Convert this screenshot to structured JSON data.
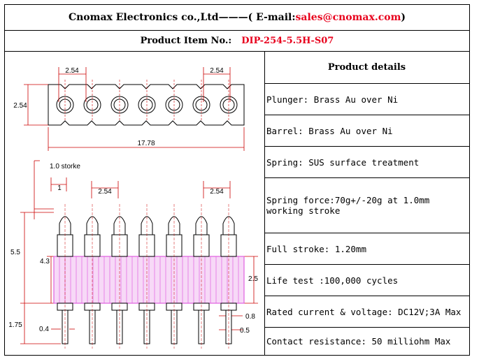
{
  "header": {
    "company": "Cnomax Electronics co.,Ltd",
    "dash": "———( E-mail: ",
    "email": "sales@cnomax.com",
    "close": ")"
  },
  "item": {
    "label": "Product Item No.:",
    "code": "DIP-254-5.5H-S07"
  },
  "details": {
    "title": "Product details",
    "rows": [
      "Plunger: Brass Au over Ni",
      "Barrel: Brass Au over Ni",
      "Spring: SUS surface treatment",
      "Spring force:70g+/-20g at 1.0mm",
      "working stroke",
      "Full stroke: 1.20mm",
      "Life test :100,000 cycles",
      "Rated current & voltage: DC12V;3A Max",
      "Contact resistance: 50 milliohm Max"
    ]
  },
  "drawing": {
    "top_pitch_left": "2.54",
    "top_pitch_right": "2.54",
    "top_height": "2.54",
    "top_length": "17.78",
    "stroke_label": "1.0 storke",
    "side_dim_1": "1",
    "side_pitch_left": "2.54",
    "side_pitch_right": "2.54",
    "height_total": "5.5",
    "height_upper": "4.3",
    "body_height": "2.5",
    "tail_length": "1.75",
    "tail_dia": "0.4",
    "dim_0_8": "0.8",
    "dim_0_5": "0.5",
    "pin_count": 7,
    "line_color": "#cc0000",
    "body_color": "#e060e0"
  }
}
